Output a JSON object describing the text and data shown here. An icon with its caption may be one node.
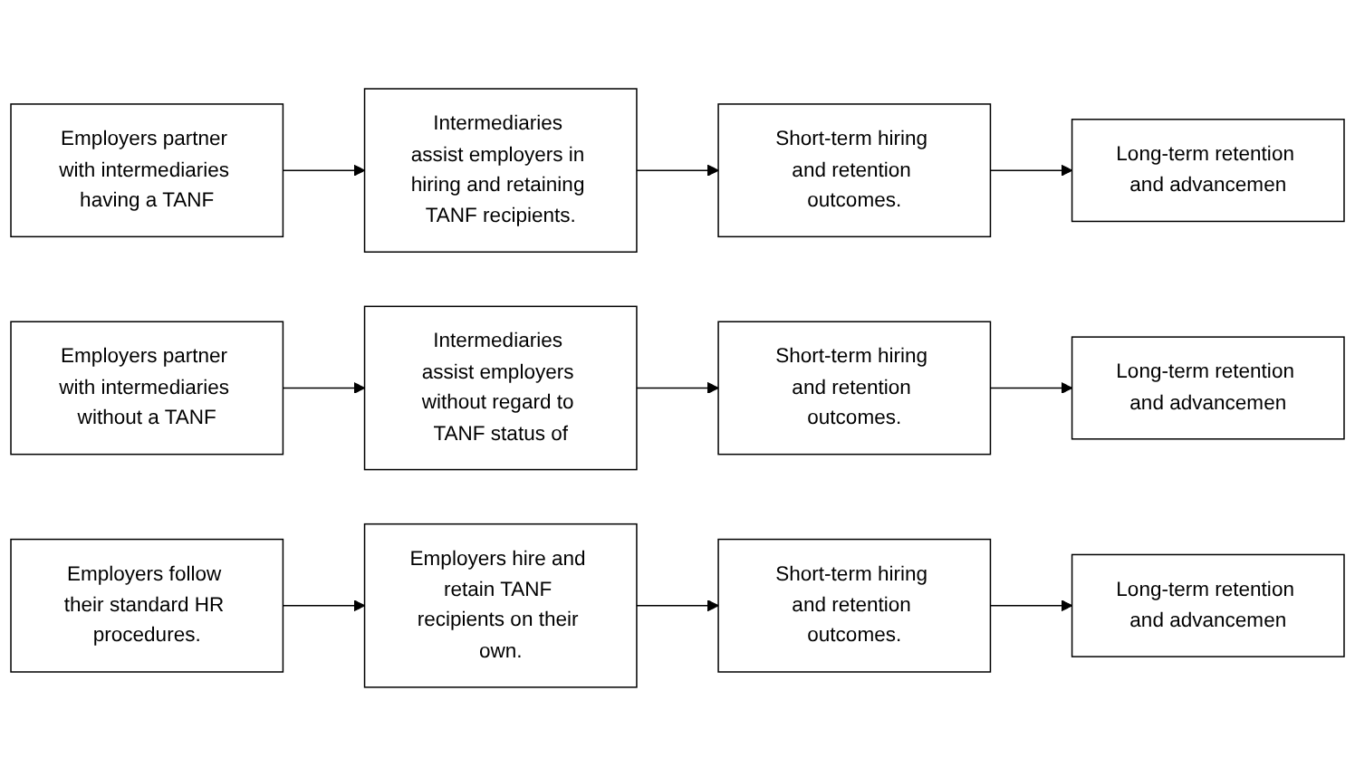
{
  "diagram": {
    "nodes": [
      {
        "text": [
          "Employers partner with intermediaries having a TANF"
        ]
      },
      {
        "text": [
          "Intermediaries assist employers in hiring and retaining TANF recipients."
        ]
      },
      {
        "text": [
          "Short-term hiring and retention outcomes."
        ]
      },
      {
        "text": [
          "Long-term retention and advancemen"
        ]
      },
      {
        "text": [
          "Employers partner with intermediaries without a TANF"
        ]
      },
      {
        "text": [
          "Intermediaries assist employers without regard to TANF status of"
        ]
      },
      {
        "text": [
          "Short-term hiring and retention outcomes."
        ]
      },
      {
        "text": [
          "Long-term retention and advancemen"
        ]
      },
      {
        "text": [
          "Employers follow their standard HR procedures."
        ]
      },
      {
        "text": [
          "Employers hire and retain TANF recipients on their own."
        ]
      },
      {
        "text": [
          "Short-term hiring and retention outcomes."
        ]
      },
      {
        "text": [
          "Long-term retention and advancemen"
        ]
      }
    ],
    "edges": [
      {
        "from": 0,
        "to": 1,
        "arrow": "to"
      },
      {
        "from": 1,
        "to": 2,
        "arrow": "to"
      },
      {
        "from": 2,
        "to": 3,
        "arrow": "to"
      },
      {
        "from": 4,
        "to": 5,
        "arrow": "to"
      },
      {
        "from": 5,
        "to": 6,
        "arrow": "to"
      },
      {
        "from": 6,
        "to": 7,
        "arrow": "to"
      },
      {
        "from": 8,
        "to": 9,
        "arrow": "to"
      },
      {
        "from": 9,
        "to": 10,
        "arrow": "to"
      },
      {
        "from": 10,
        "to": 11,
        "arrow": "to"
      }
    ]
  }
}
